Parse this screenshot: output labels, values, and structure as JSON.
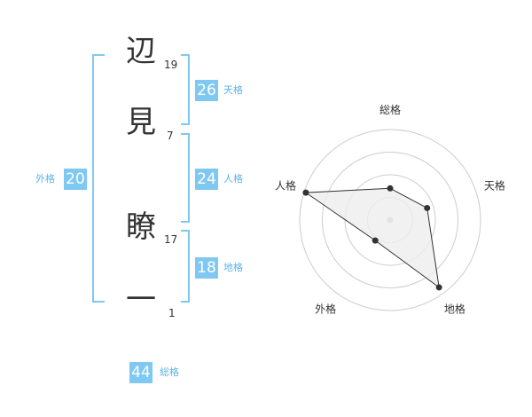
{
  "name": {
    "chars": [
      {
        "char": "辺",
        "strokes": "19"
      },
      {
        "char": "見",
        "strokes": "7"
      },
      {
        "char": "瞭",
        "strokes": "17"
      },
      {
        "char": "一",
        "strokes": "1"
      }
    ]
  },
  "kaku": {
    "tenkaku": {
      "value": "26",
      "label": "天格"
    },
    "jinkaku": {
      "value": "24",
      "label": "人格"
    },
    "chikaku": {
      "value": "18",
      "label": "地格"
    },
    "gaikaku": {
      "value": "20",
      "label": "外格"
    },
    "soukaku": {
      "value": "44",
      "label": "総格"
    }
  },
  "chart_data": {
    "type": "radar",
    "axes": [
      "総格",
      "天格",
      "地格",
      "外格",
      "人格"
    ],
    "values": [
      0.35,
      0.43,
      0.92,
      0.28,
      0.98
    ],
    "max": 1,
    "rings": 4,
    "colors": {
      "line": "#333333",
      "fill": "#eeeeee",
      "grid": "#cccccc",
      "center": "#bbbbbb"
    }
  }
}
